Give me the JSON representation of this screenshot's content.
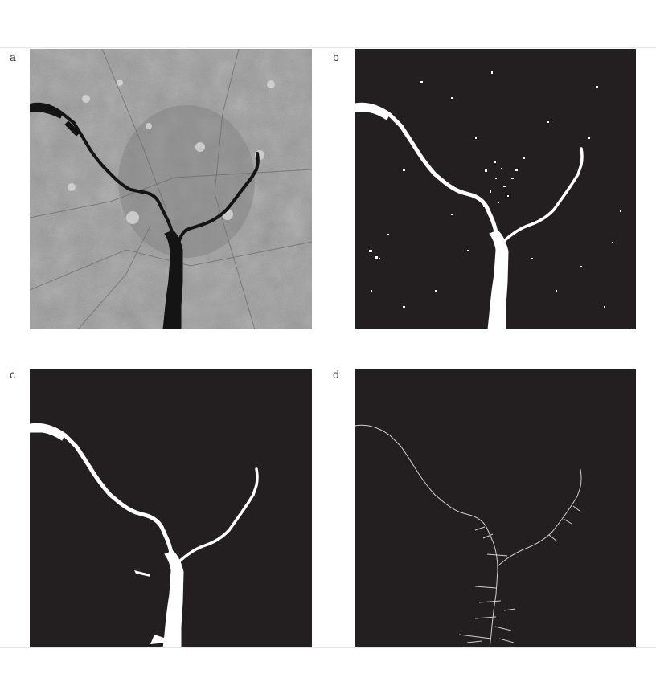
{
  "panels": [
    {
      "id": "a",
      "label": "a",
      "kind": "grayscale-satellite-image"
    },
    {
      "id": "b",
      "label": "b",
      "kind": "binary-threshold-mask"
    },
    {
      "id": "c",
      "label": "c",
      "kind": "cleaned-river-mask"
    },
    {
      "id": "d",
      "label": "d",
      "kind": "river-centerline-skeleton"
    }
  ],
  "colors": {
    "background": "#ffffff",
    "mask_black": "#231f20",
    "mask_white": "#ffffff",
    "gray_base": "#a9a9a9",
    "gray_urban": "#8d8d8d",
    "river_dark": "#141414"
  }
}
